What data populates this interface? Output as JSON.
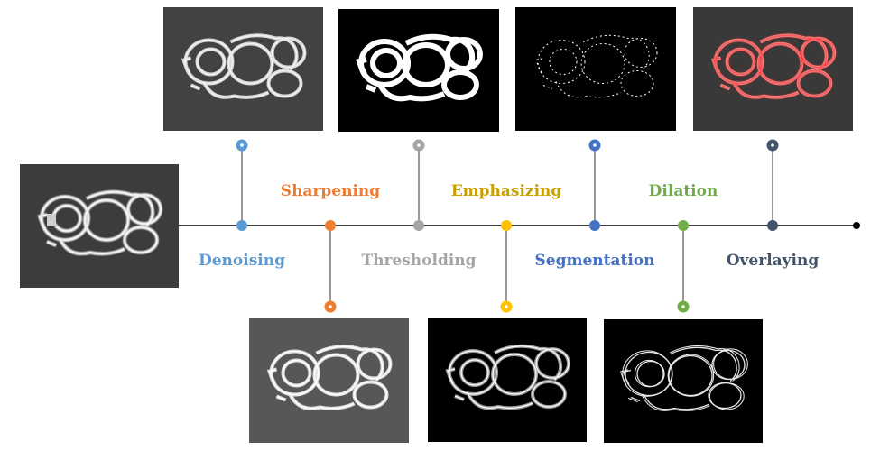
{
  "steps": [
    {
      "label": "Denoising",
      "color": "#5b9bd5",
      "img": "noisy",
      "img_side": "top"
    },
    {
      "label": "Sharpening",
      "color": "#ed7d31",
      "img": "sharp",
      "img_side": "bottom"
    },
    {
      "label": "Thresholding",
      "color": "#a5a5a5",
      "img": "binary",
      "img_side": "top"
    },
    {
      "label": "Emphasizing",
      "color": "#c9a000",
      "dot_color": "#ffc000",
      "img": "emph",
      "img_side": "bottom"
    },
    {
      "label": "Segmentation",
      "color": "#4472c4",
      "img": "seg",
      "img_side": "top"
    },
    {
      "label": "Dilation",
      "color": "#70ad47",
      "img": "dilate",
      "img_side": "bottom"
    },
    {
      "label": "Overlaying",
      "color": "#44546a",
      "img": "overlay",
      "img_side": "top"
    }
  ],
  "input_image": "original-ct-slice",
  "timeline_color": "#404040"
}
